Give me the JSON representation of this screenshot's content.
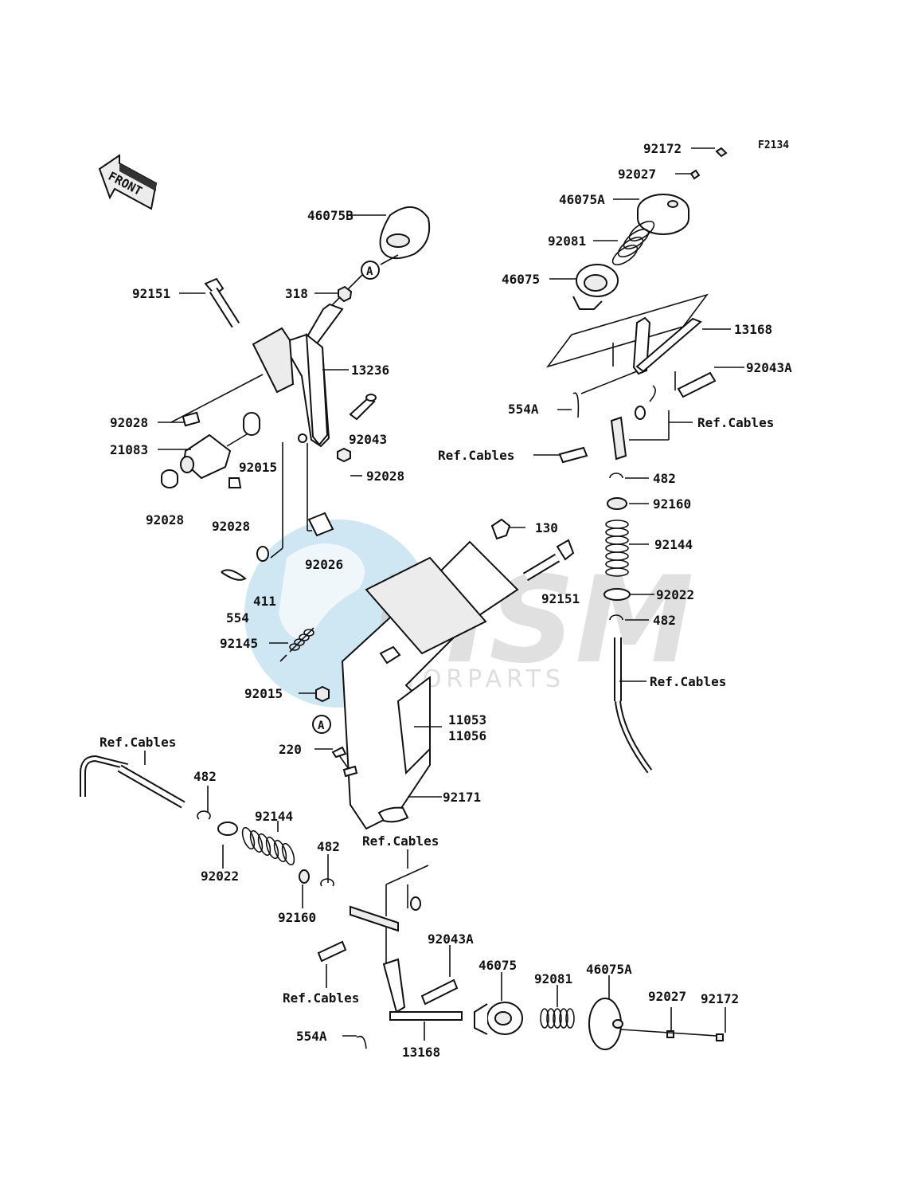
{
  "figure_code": "F2134",
  "front_label": "FRONT",
  "ref_marker": "A",
  "watermark": {
    "main": "MSM",
    "sub": "MOTORPARTS",
    "color": "#4ea6d6"
  },
  "labels": [
    "92172",
    "92027",
    "46075A",
    "92081",
    "46075",
    "13168",
    "92043A",
    "554A",
    "Ref.Cables",
    "Ref.Cables",
    "482",
    "92160",
    "92144",
    "92022",
    "482",
    "Ref.Cables",
    "46075B",
    "318",
    "92151",
    "13236",
    "92043",
    "92028",
    "21083",
    "92028",
    "92015",
    "92028",
    "92028",
    "92026",
    "130",
    "92151",
    "411",
    "554",
    "92145",
    "92015",
    "11053",
    "11056",
    "220",
    "92171",
    "Ref.Cables",
    "482",
    "92144",
    "92022",
    "482",
    "Ref.Cables",
    "92160",
    "92043A",
    "46075",
    "92081",
    "46075A",
    "92027",
    "92172",
    "Ref.Cables",
    "554A",
    "13168"
  ]
}
